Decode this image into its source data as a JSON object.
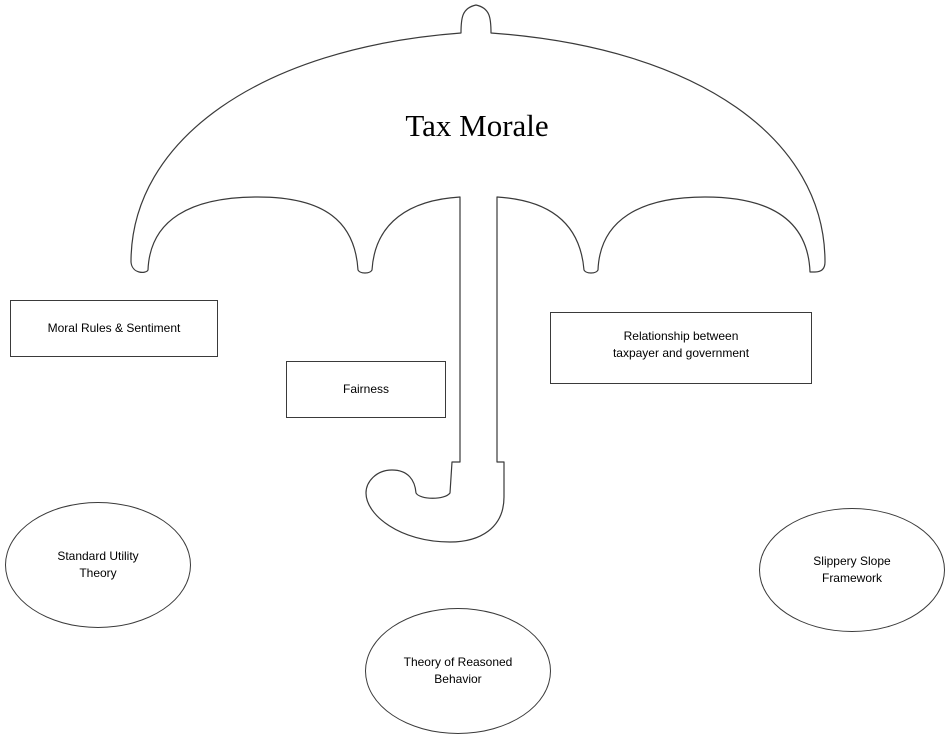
{
  "diagram": {
    "title": "Tax Morale",
    "boxes": [
      {
        "label": "Moral Rules & Sentiment"
      },
      {
        "label": "Fairness"
      },
      {
        "label": "Relationship between\ntaxpayer and government"
      }
    ],
    "ovals": [
      {
        "label": "Standard Utility\nTheory"
      },
      {
        "label": "Theory of Reasoned\nBehavior"
      },
      {
        "label": "Slippery Slope\nFramework"
      }
    ],
    "colors": {
      "outline": "#3a3a3a",
      "background": "#ffffff",
      "text": "#000000"
    },
    "icons": [
      "umbrella-icon"
    ]
  }
}
